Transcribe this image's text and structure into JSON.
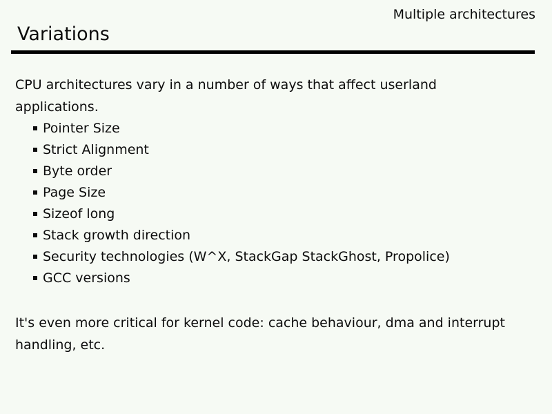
{
  "slide": {
    "header_right": "Multiple architectures",
    "title": "Variations",
    "intro": "CPU architectures vary in a number of ways that affect userland applications.",
    "bullets": [
      "Pointer Size",
      "Strict Alignment",
      "Byte order",
      "Page Size",
      "Sizeof long",
      "Stack growth direction",
      "Security technologies (W^X, StackGap StackGhost, Propolice)",
      "GCC versions"
    ],
    "footer": "It's even more critical for kernel code: cache behaviour, dma and interrupt handling, etc.",
    "colors": {
      "background": "#f6faf4",
      "text": "#0c0c0c",
      "rule": "#000000"
    }
  }
}
